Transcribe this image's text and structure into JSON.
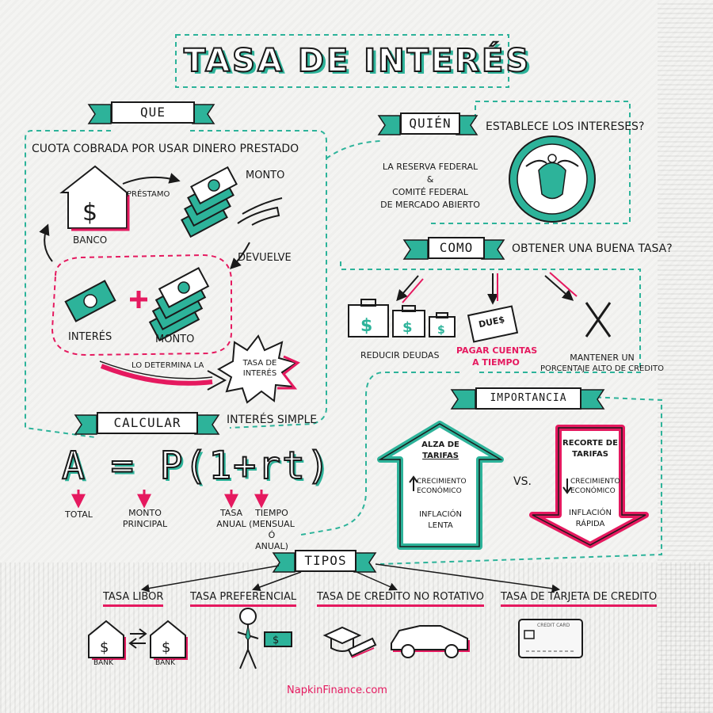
{
  "title": "TASA DE INTERÉS",
  "colors": {
    "teal": "#2db39a",
    "pink": "#e5195f",
    "ink": "#1a1a1a"
  },
  "que": {
    "label": "QUE",
    "definition": "CUOTA COBRADA POR USAR DINERO PRESTADO",
    "bank": "BANCO",
    "loan": "PRÉSTAMO",
    "amount": "MONTO",
    "return": "DEVUELVE",
    "interest": "INTERÉS",
    "amount2": "MONTO",
    "determined_by": "LO DETERMINA LA",
    "burst": "TASA DE INTERÉS"
  },
  "quien": {
    "label": "QUIÉN",
    "question": "ESTABLECE LOS INTERESES?",
    "answer_line1": "LA RESERVA FEDERAL",
    "answer_line2": "&",
    "answer_line3": "COMITÉ FEDERAL",
    "answer_line4": "DE MERCADO ABIERTO"
  },
  "como": {
    "label": "COMO",
    "question": "OBTENER UNA BUENA TASA?",
    "opt1": "REDUCIR DEUDAS",
    "opt2_line1": "PAGAR CUENTAS",
    "opt2_line2": "A TIEMPO",
    "opt3_line1": "MANTENER UN",
    "opt3_line2": "PORCENTAJE ALTO DE CREDITO",
    "due_text": "DUE$",
    "x_mark": "X"
  },
  "calcular": {
    "label": "CALCULAR",
    "subtitle": "INTERÉS SIMPLE",
    "formula": "A = P(1+rt)",
    "total": "TOTAL",
    "principal_line1": "MONTO",
    "principal_line2": "PRINCIPAL",
    "rate_line1": "TASA",
    "rate_line2": "ANUAL",
    "time_line1": "TIEMPO",
    "time_line2": "(MENSUAL",
    "time_line3": "Ó",
    "time_line4": "ANUAL)"
  },
  "importancia": {
    "label": "IMPORTANCIA",
    "vs": "VS.",
    "up_title_line1": "ALZA DE",
    "up_title_line2": "TARIFAS",
    "up_growth_line1": "CRECIMIENTO",
    "up_growth_line2": "ECONÓMICO",
    "up_inflation_line1": "INFLACIÓN",
    "up_inflation_line2": "LENTA",
    "down_title_line1": "RECORTE DE",
    "down_title_line2": "TARIFAS",
    "down_growth_line1": "CRECIMIENTO",
    "down_growth_line2": "ECONÓMICO",
    "down_inflation_line1": "INFLACIÓN",
    "down_inflation_line2": "RÁPIDA"
  },
  "tipos": {
    "label": "TIPOS",
    "items": [
      "TASA LIBOR",
      "TASA PREFERENCIAL",
      "TASA DE CREDITO NO ROTATIVO",
      "TASA DE TARJETA DE CREDITO"
    ],
    "bank1": "BANK",
    "bank2": "BANK",
    "card_text": "CREDIT CARD"
  },
  "footer": "NapkinFinance.com"
}
